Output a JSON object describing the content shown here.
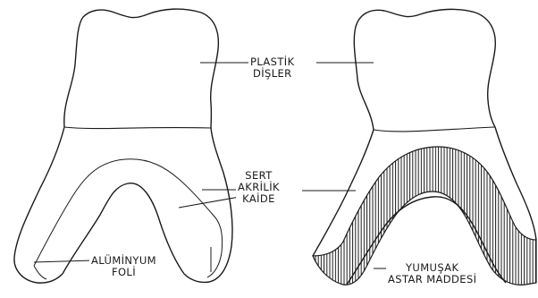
{
  "labels": {
    "plastic_teeth": {
      "line1": "PLASTİK",
      "line2": "DİŞLER"
    },
    "hard_acrylic_base": {
      "line1": "SERT",
      "line2": "AKRİLİK",
      "line3": "KAİDE"
    },
    "aluminum_foil": {
      "line1": "ALÜMİNYUM",
      "line2": "FOLİ"
    },
    "soft_liner": {
      "line1": "YUMUŞAK",
      "line2": "ASTAR MADDESİ"
    }
  },
  "colors": {
    "ink": "#1a1a1a",
    "paper": "#ffffff"
  }
}
